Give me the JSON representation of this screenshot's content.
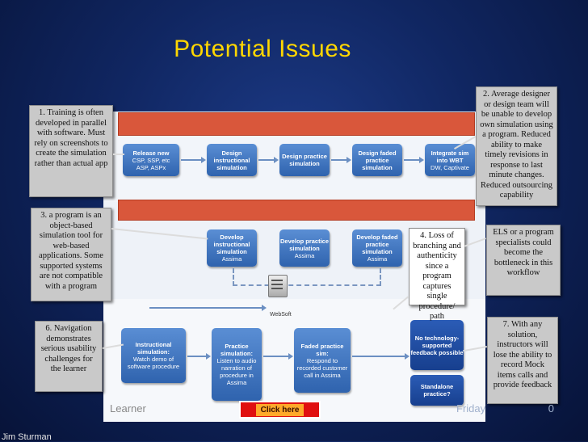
{
  "slide": {
    "title": "Potential Issues",
    "footer_author": "Jim Sturman",
    "footer_date": "Friday",
    "footer_page_suffix": "0"
  },
  "diagram": {
    "row1": [
      {
        "label": "Release new",
        "sub": "CSP, SSP, etc",
        "tool": "ASP, ASPx"
      },
      {
        "label": "Design instructional simulation",
        "sub": "",
        "tool": ""
      },
      {
        "label": "Design practice simulation",
        "sub": "",
        "tool": ""
      },
      {
        "label": "Design faded practice simulation",
        "sub": "",
        "tool": ""
      },
      {
        "label": "Integrate sim into WBT",
        "sub": "DW, Captivate",
        "tool": ""
      }
    ],
    "row2": [
      {
        "label": "Develop instructional simulation",
        "tool": "Assima"
      },
      {
        "label": "Develop practice simulation",
        "tool": "Assima"
      },
      {
        "label": "Develop faded practice simulation",
        "tool": "Assima"
      }
    ],
    "server_label": "WebSoft",
    "learner_label": "Learner",
    "click_here": "Click here",
    "row3": [
      {
        "label": "Instructional simulation:",
        "sub": "Watch demo of software procedure"
      },
      {
        "label": "Practice simulation:",
        "sub": "Listen to audio narration of procedure in Assima"
      },
      {
        "label": "Faded practice sim:",
        "sub": "Respond to recorded customer call in Assima"
      },
      {
        "label": "No technology-supported feedback possible",
        "sub": ""
      },
      {
        "label": "Standalone practice?",
        "sub": ""
      }
    ]
  },
  "callouts": {
    "c1": "1. Training is often developed in parallel with software.  Must rely on screenshots to create the simulation rather than actual app",
    "c2": "2. Average designer or design team will be unable to develop own simulation using a program. Reduced ability to make timely revisions in response to last minute changes.  Reduced outsourcing capability",
    "c3": "3. a program is an object-based simulation tool for web-based applications. Some supported systems are not compatible with a program",
    "c4": "4. Loss of branching and authenticity since a program captures single procedure/ path",
    "c5": "ELS or a program specialists could become the bottleneck in this workflow",
    "c6": "6. Navigation demonstrates serious usability challenges for the learner",
    "c7": "7. With any solution, instructors will lose the ability to record Mock items calls and provide feedback"
  }
}
